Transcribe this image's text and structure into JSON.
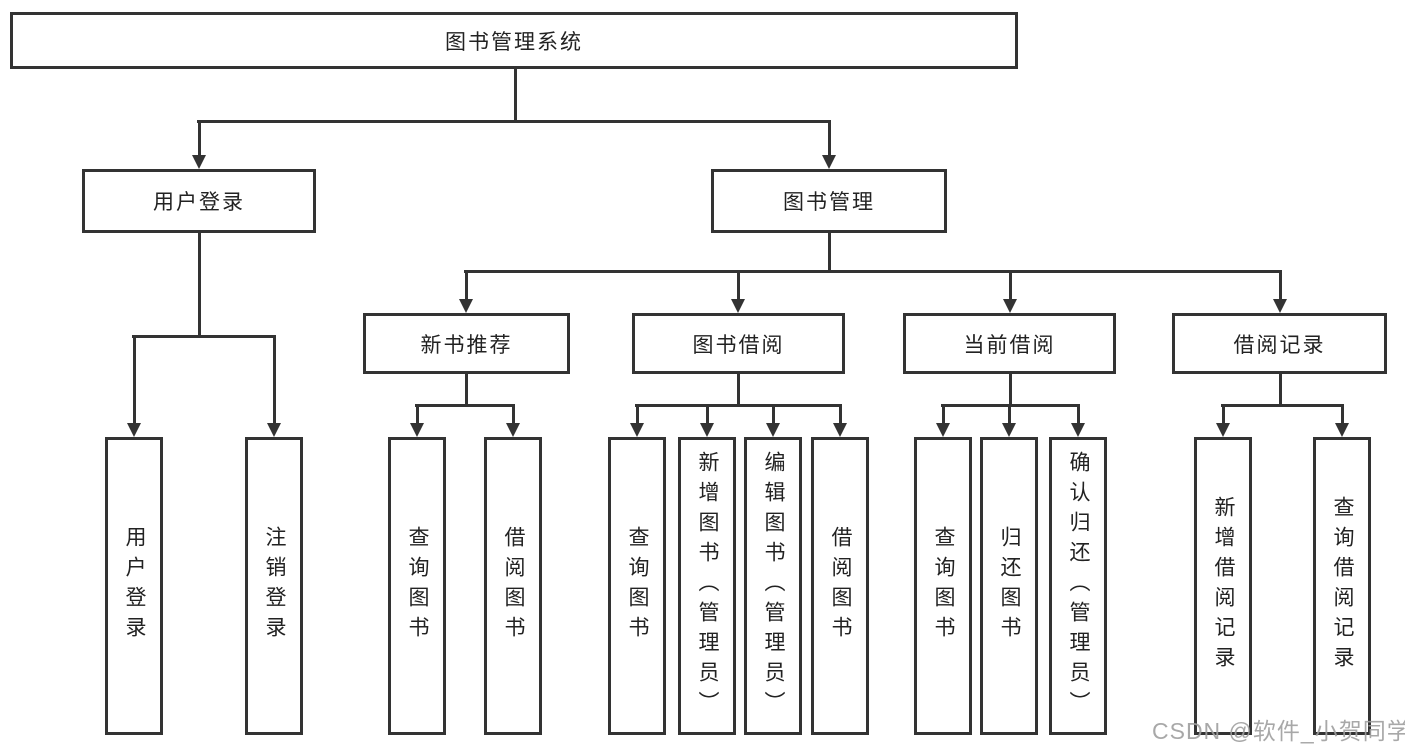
{
  "tree": {
    "root": "图书管理系统",
    "level2": [
      {
        "label": "用户登录",
        "leaves": [
          "用户登录",
          "注销登录"
        ]
      },
      {
        "label": "图书管理",
        "groups": [
          {
            "label": "新书推荐",
            "leaves": [
              "查询图书",
              "借阅图书"
            ]
          },
          {
            "label": "图书借阅",
            "leaves": [
              "查询图书",
              "新增图书（管理员）",
              "编辑图书（管理员）",
              "借阅图书"
            ]
          },
          {
            "label": "当前借阅",
            "leaves": [
              "查询图书",
              "归还图书",
              "确认归还（管理员）"
            ]
          },
          {
            "label": "借阅记录",
            "leaves": [
              "新增借阅记录",
              "查询借阅记录"
            ]
          }
        ]
      }
    ]
  },
  "watermark": "CSDN @软件_小贺同学",
  "colors": {
    "line": "#333333",
    "text": "#222222",
    "background": "#ffffff",
    "watermark": "#9e9e9e"
  }
}
